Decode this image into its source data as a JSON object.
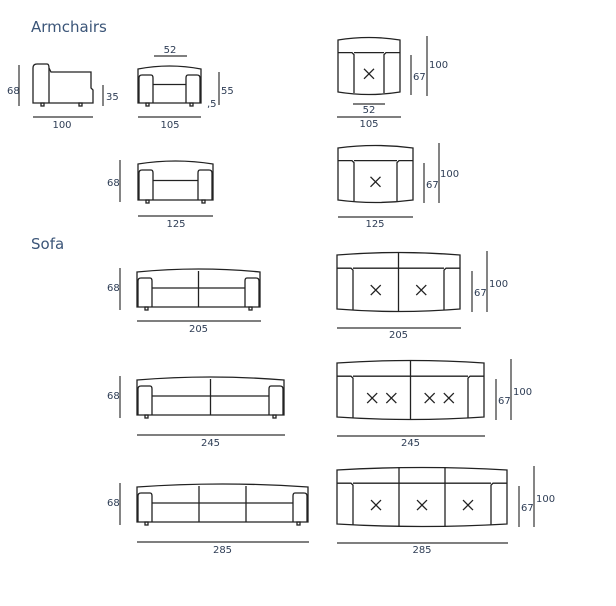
{
  "sections": {
    "armchairs_title": "Armchairs",
    "sofa_title": "Sofa"
  },
  "armchair_side": {
    "height": "68",
    "seat_height": "35",
    "depth": "100"
  },
  "armchair_105_front": {
    "seat_width": "52",
    "arm_height": "55",
    "leg_height": ",5",
    "width": "105"
  },
  "armchair_105_top": {
    "seat_depth": "67",
    "depth": "100",
    "seat_width": "52",
    "width": "105"
  },
  "armchair_125_front": {
    "height": "68",
    "width": "125"
  },
  "armchair_125_top": {
    "seat_depth": "67",
    "depth": "100",
    "width": "125"
  },
  "sofa_205_front": {
    "height": "68",
    "width": "205"
  },
  "sofa_205_top": {
    "seat_depth": "67",
    "depth": "100",
    "width": "205"
  },
  "sofa_245_front": {
    "height": "68",
    "width": "245"
  },
  "sofa_245_top": {
    "seat_depth": "67",
    "depth": "100",
    "width": "245"
  },
  "sofa_285_front": {
    "height": "68",
    "width": "285"
  },
  "sofa_285_top": {
    "seat_depth": "67",
    "depth": "100",
    "width": "285"
  }
}
